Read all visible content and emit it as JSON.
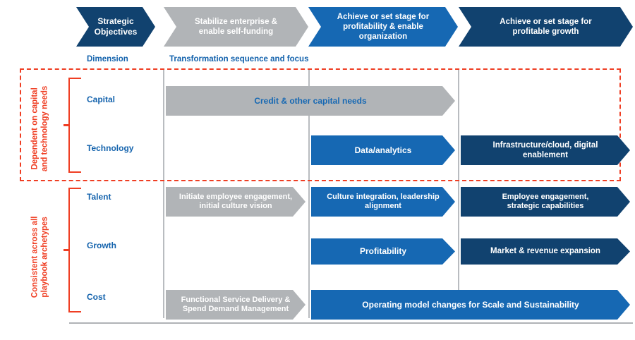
{
  "header": {
    "objectives_arrow": {
      "label": "Strategic\nObjectives",
      "color": "#11426f",
      "text_color": "#ffffff"
    },
    "phases": [
      {
        "label": "Stabilize enterprise &\nenable  self-funding",
        "color": "#b1b4b7",
        "text_color": "#ffffff"
      },
      {
        "label": "Achieve or set stage for\nprofitability & enable\norganization",
        "color": "#1668b3",
        "text_color": "#ffffff"
      },
      {
        "label": "Achieve or set stage for\nprofitable growth",
        "color": "#11426f",
        "text_color": "#ffffff"
      }
    ],
    "dimension_label": "Dimension",
    "sequence_label": "Transformation sequence and focus",
    "label_color": "#1463ad"
  },
  "groups": [
    {
      "caption": "Dependent on capital\nand technology needs",
      "color": "#ef3e23",
      "boxed": true
    },
    {
      "caption": "Consistent across all\nplaybook archetypes",
      "color": "#ef3e23",
      "boxed": false
    }
  ],
  "rows": [
    {
      "dimension": "Capital",
      "items": [
        {
          "label": "Credit & other capital needs",
          "color": "#b1b4b7",
          "text_color": "#1668b3",
          "phase_start": 1,
          "phase_end": 2
        }
      ]
    },
    {
      "dimension": "Technology",
      "items": [
        {
          "label": "Data/analytics",
          "color": "#1668b3",
          "text_color": "#ffffff",
          "phase_start": 2,
          "phase_end": 2
        },
        {
          "label": "Infrastructure/cloud, digital\nenablement",
          "color": "#11426f",
          "text_color": "#ffffff",
          "phase_start": 3,
          "phase_end": 3
        }
      ]
    },
    {
      "dimension": "Talent",
      "items": [
        {
          "label": "Initiate employee engagement,\ninitial culture vision",
          "color": "#b1b4b7",
          "text_color": "#ffffff",
          "phase_start": 1,
          "phase_end": 1
        },
        {
          "label": "Culture integration, leadership\nalignment",
          "color": "#1668b3",
          "text_color": "#ffffff",
          "phase_start": 2,
          "phase_end": 2
        },
        {
          "label": "Employee engagement,\nstrategic capabilities",
          "color": "#11426f",
          "text_color": "#ffffff",
          "phase_start": 3,
          "phase_end": 3
        }
      ]
    },
    {
      "dimension": "Growth",
      "items": [
        {
          "label": "Profitability",
          "color": "#1668b3",
          "text_color": "#ffffff",
          "phase_start": 2,
          "phase_end": 2
        },
        {
          "label": "Market & revenue expansion",
          "color": "#11426f",
          "text_color": "#ffffff",
          "phase_start": 3,
          "phase_end": 3
        }
      ]
    },
    {
      "dimension": "Cost",
      "items": [
        {
          "label": "Functional Service Delivery &\nSpend Demand Management",
          "color": "#b1b4b7",
          "text_color": "#ffffff",
          "phase_start": 1,
          "phase_end": 1
        },
        {
          "label": "Operating model changes for Scale and Sustainability",
          "color": "#1668b3",
          "text_color": "#ffffff",
          "phase_start": 2,
          "phase_end": 3
        }
      ]
    }
  ],
  "palette": {
    "navy": "#11426f",
    "blue": "#1668b3",
    "gray": "#b1b4b7",
    "red": "#ef3e23",
    "label_blue": "#1463ad",
    "divider": "#b9bcc0"
  }
}
